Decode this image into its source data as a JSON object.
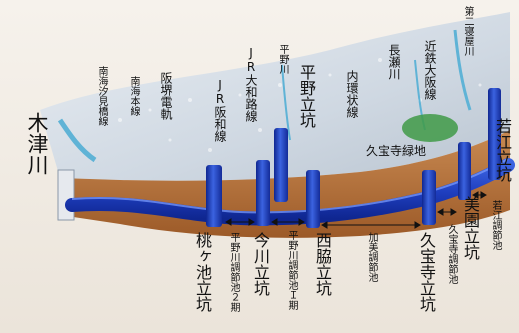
{
  "labels": {
    "kizugawa": "木津川",
    "nankai_sakaisuji": "南海汐見橋線",
    "nankai_main": "南海本線",
    "hanna": "阪堺電軌",
    "jr_hanwa": "JR阪和線",
    "jr_yamatoji": "JR大和路線",
    "hiranogawa": "平野川",
    "hirano_shaft": "平野立坑",
    "naikan": "内環状線",
    "kintetsu": "近鉄大阪線",
    "nagasegawa": "長瀬川",
    "daini_neyagawa": "第二寝屋川",
    "wakae_shaft": "若江立坑",
    "kyuhoji_green": "久宝寺緑地",
    "momogaike_shaft": "桃ヶ池立坑",
    "imagawa_shaft": "今川立坑",
    "nishiwaki_shaft": "西脇立坑",
    "kyuhoji_shaft": "久宝寺立坑",
    "mizono_shaft": "美園立坑",
    "pond2": "平野川調節池２期",
    "pond1": "平野川調節池Ｉ期",
    "kami_pond": "加美調節池",
    "kyuhoji_pond": "久宝寺調節池",
    "wakae_pond": "若江調節池"
  },
  "colors": {
    "tunnel": "#1f3fc0",
    "tunnel_dark": "#0f2690",
    "water": "#5fb3d6",
    "earth": "#b8753e",
    "ground": "#dfe6ee"
  }
}
